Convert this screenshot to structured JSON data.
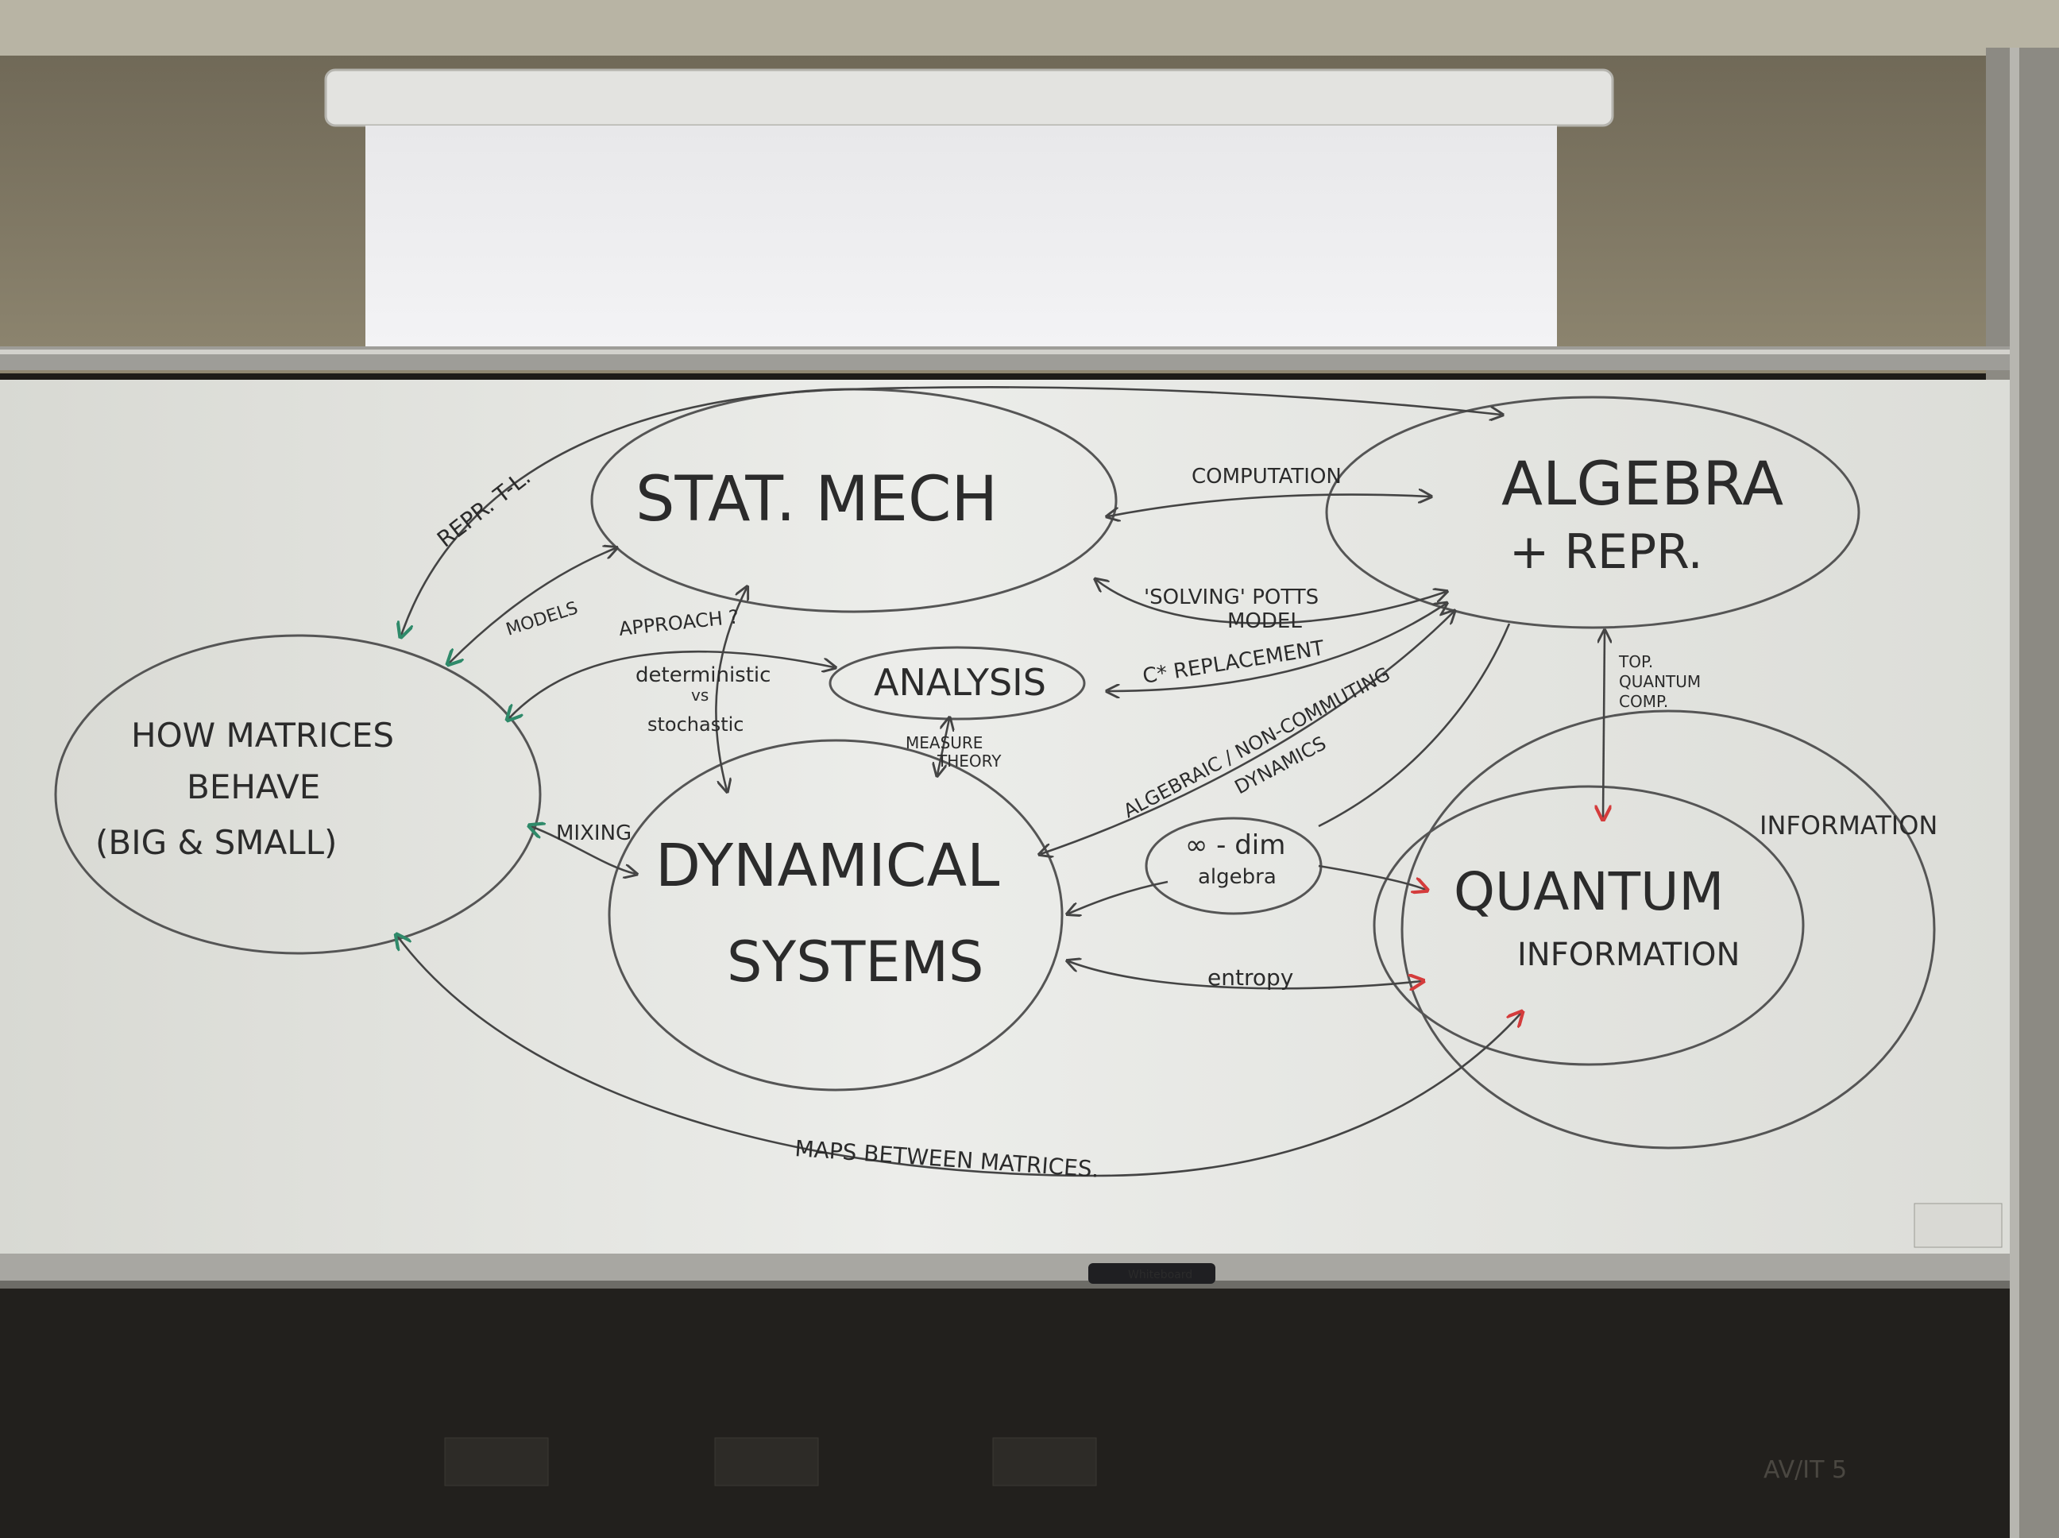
{
  "nodes": {
    "stat_mech": "STAT. MECH",
    "algebra": "ALGEBRA",
    "algebra_sub": "+ REPR.",
    "matrices_1": "HOW MATRICES",
    "matrices_2": "BEHAVE",
    "matrices_3": "(BIG & SMALL)",
    "analysis": "ANALYSIS",
    "dynamical_1": "DYNAMICAL",
    "dynamical_2": "SYSTEMS",
    "quantum_1": "QUANTUM",
    "quantum_2": "INFORMATION",
    "information": "INFORMATION",
    "inf_dim_1": "∞ - dim",
    "inf_dim_2": "algebra"
  },
  "edges": {
    "computation": "COMPUTATION",
    "solving_potts_1": "'SOLVING' POTTS",
    "solving_potts_2": "MODEL",
    "c_star": "C* REPLACEMENT",
    "algebraic_1": "ALGEBRAIC / NON-COMMUTING",
    "algebraic_2": "DYNAMICS",
    "top_quantum_1": "TOP.",
    "top_quantum_2": "QUANTUM",
    "top_quantum_3": "COMP.",
    "repr_tl": "REPR. T-L.",
    "models": "MODELS",
    "approach": "APPROACH ?",
    "deterministic": "deterministic",
    "vs": "vs",
    "stochastic": "stochastic",
    "measure_1": "MEASURE",
    "measure_2": "THEORY",
    "mixing": "MIXING",
    "entropy": "entropy",
    "maps": "MAPS BETWEEN MATRICES."
  },
  "board": {
    "marker_label": "Whiteboard",
    "av_label": "AV/IT 5"
  },
  "colors": {
    "board": "#e7e8e3",
    "ink": "#2b2b2b",
    "arrow_green": "#2f8a6a",
    "arrow_red": "#d43c3c"
  }
}
